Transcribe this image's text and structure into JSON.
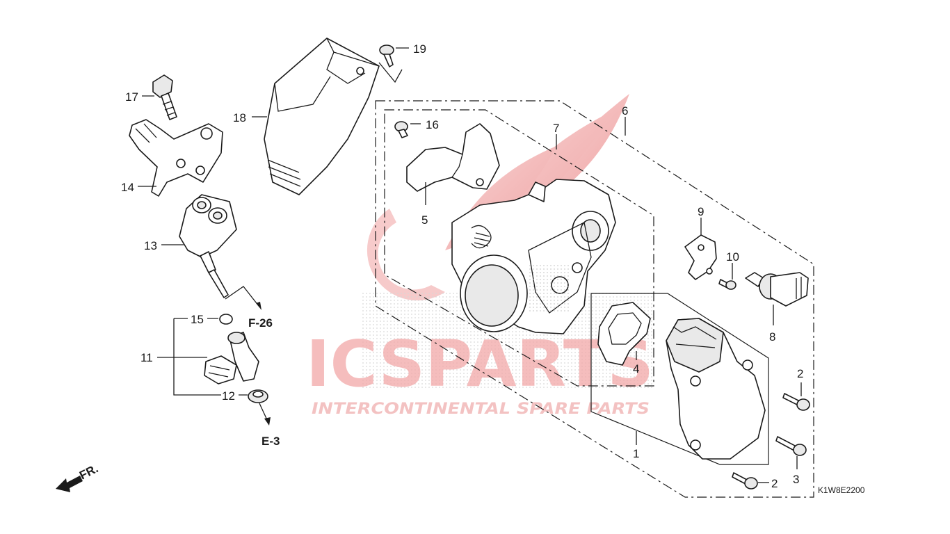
{
  "watermark": {
    "brand": "ICSPARTS",
    "tagline": "INTERCONTINENTAL SPARE PARTS",
    "brand_color": "#e03030"
  },
  "callouts": {
    "c1": "1",
    "c2a": "2",
    "c2b": "2",
    "c3": "3",
    "c4": "4",
    "c5": "5",
    "c6": "6",
    "c7": "7",
    "c8": "8",
    "c9": "9",
    "c10": "10",
    "c11": "11",
    "c12": "12",
    "c13": "13",
    "c14": "14",
    "c15": "15",
    "c16": "16",
    "c17": "17",
    "c18": "18",
    "c19": "19"
  },
  "refs": {
    "f26": "F-26",
    "e3": "E-3"
  },
  "direction": "FR.",
  "diagram_code": "K1W8E2200"
}
